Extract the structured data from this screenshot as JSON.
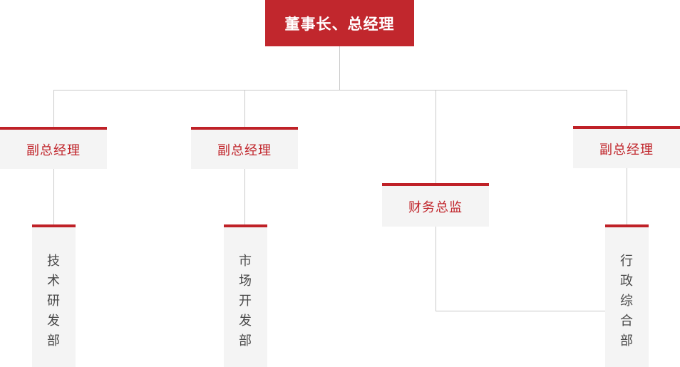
{
  "chart_type": "organization-chart",
  "colors": {
    "accent_red": "#c1272d",
    "border_red": "#bf2127",
    "box_fill": "#f4f4f4",
    "line_gray": "#c9c9c9",
    "root_text": "#ffffff",
    "mid_text": "#c1272d",
    "dept_text": "#4a4a4a",
    "background": "#ffffff"
  },
  "root": {
    "label": "董事长、总经理"
  },
  "level2": [
    {
      "id": "vp-1",
      "label": "副总经理"
    },
    {
      "id": "vp-2",
      "label": "副总经理"
    },
    {
      "id": "cfo",
      "label": "财务总监"
    },
    {
      "id": "vp-3",
      "label": "副总经理"
    }
  ],
  "departments": [
    {
      "id": "dept-rnd",
      "label": "技术研发部",
      "chars": [
        "技",
        "术",
        "研",
        "发",
        "部"
      ]
    },
    {
      "id": "dept-mkt",
      "label": "市场开发部",
      "chars": [
        "市",
        "场",
        "开",
        "发",
        "部"
      ]
    },
    {
      "id": "dept-admin",
      "label": "行政综合部",
      "chars": [
        "行",
        "政",
        "综",
        "合",
        "部"
      ]
    }
  ]
}
